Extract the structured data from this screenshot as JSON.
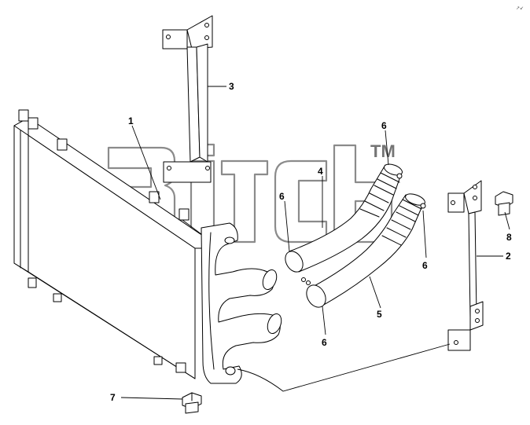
{
  "diagram": {
    "watermark_mark": "TM",
    "corner_mark": "↗↙",
    "callouts": [
      {
        "id": "c1",
        "label": "1"
      },
      {
        "id": "c2",
        "label": "2"
      },
      {
        "id": "c3",
        "label": "3"
      },
      {
        "id": "c4",
        "label": "4"
      },
      {
        "id": "c5",
        "label": "5"
      },
      {
        "id": "c6a",
        "label": "6"
      },
      {
        "id": "c6b",
        "label": "6"
      },
      {
        "id": "c6c",
        "label": "6"
      },
      {
        "id": "c6d",
        "label": "6"
      },
      {
        "id": "c7",
        "label": "7"
      },
      {
        "id": "c8",
        "label": "8"
      }
    ],
    "colors": {
      "line": "#000000",
      "background": "#ffffff",
      "watermark": "#2b2b2b"
    }
  }
}
